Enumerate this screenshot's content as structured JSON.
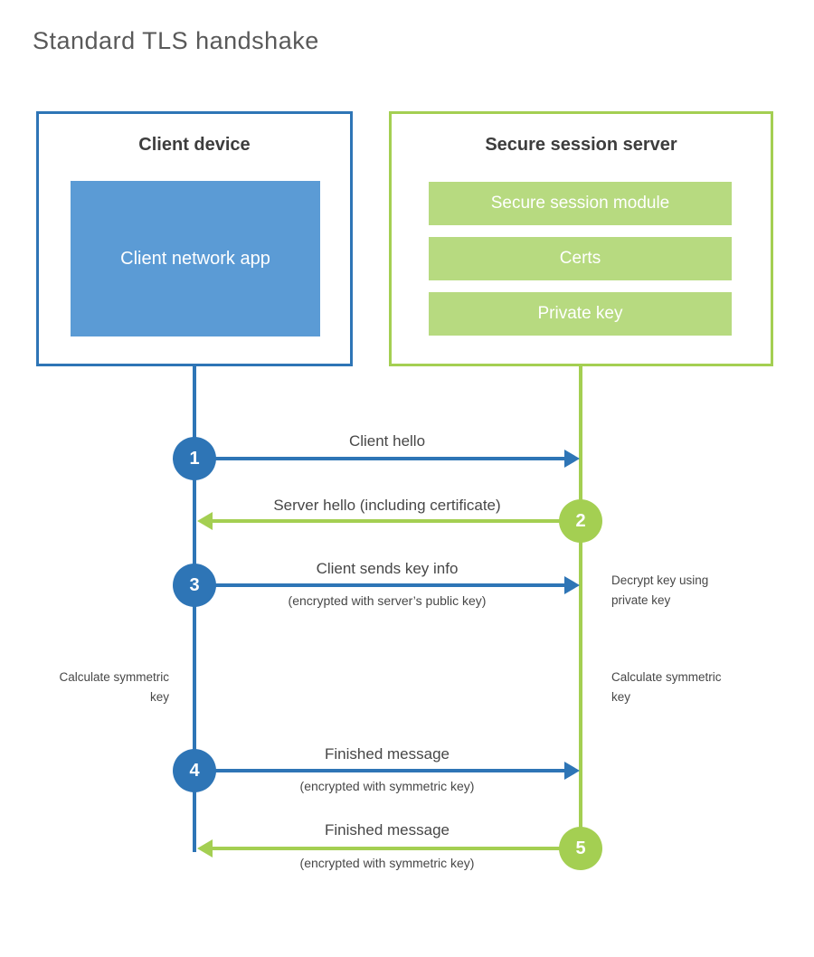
{
  "title": "Standard TLS handshake",
  "colors": {
    "blue": "#2e75b6",
    "blue_fill": "#5b9bd5",
    "green": "#a4cf52",
    "green_fill": "#b7da80",
    "ink": "#474747",
    "head_ink": "#3d3d3d",
    "title_ink": "#595959"
  },
  "client_box": {
    "title": "Client device",
    "app_label": "Client network app"
  },
  "server_box": {
    "title": "Secure session server",
    "modules": [
      "Secure session module",
      "Certs",
      "Private key"
    ]
  },
  "steps": [
    {
      "num": "1",
      "label": "Client hello",
      "sub": "",
      "direction": "right",
      "color": "blue"
    },
    {
      "num": "2",
      "label": "Server hello (including certificate)",
      "sub": "",
      "direction": "left",
      "color": "green"
    },
    {
      "num": "3",
      "label": "Client sends key info",
      "sub": "(encrypted with server’s public key)",
      "direction": "right",
      "color": "blue"
    },
    {
      "num": "4",
      "label": "Finished message",
      "sub": "(encrypted with symmetric key)",
      "direction": "right",
      "color": "blue"
    },
    {
      "num": "5",
      "label": "Finished message",
      "sub": "(encrypted with symmetric key)",
      "direction": "left",
      "color": "green"
    }
  ],
  "notes": {
    "decrypt": "Decrypt key using private key",
    "calc_left": "Calculate symmetric key",
    "calc_right": "Calculate symmetric key"
  }
}
